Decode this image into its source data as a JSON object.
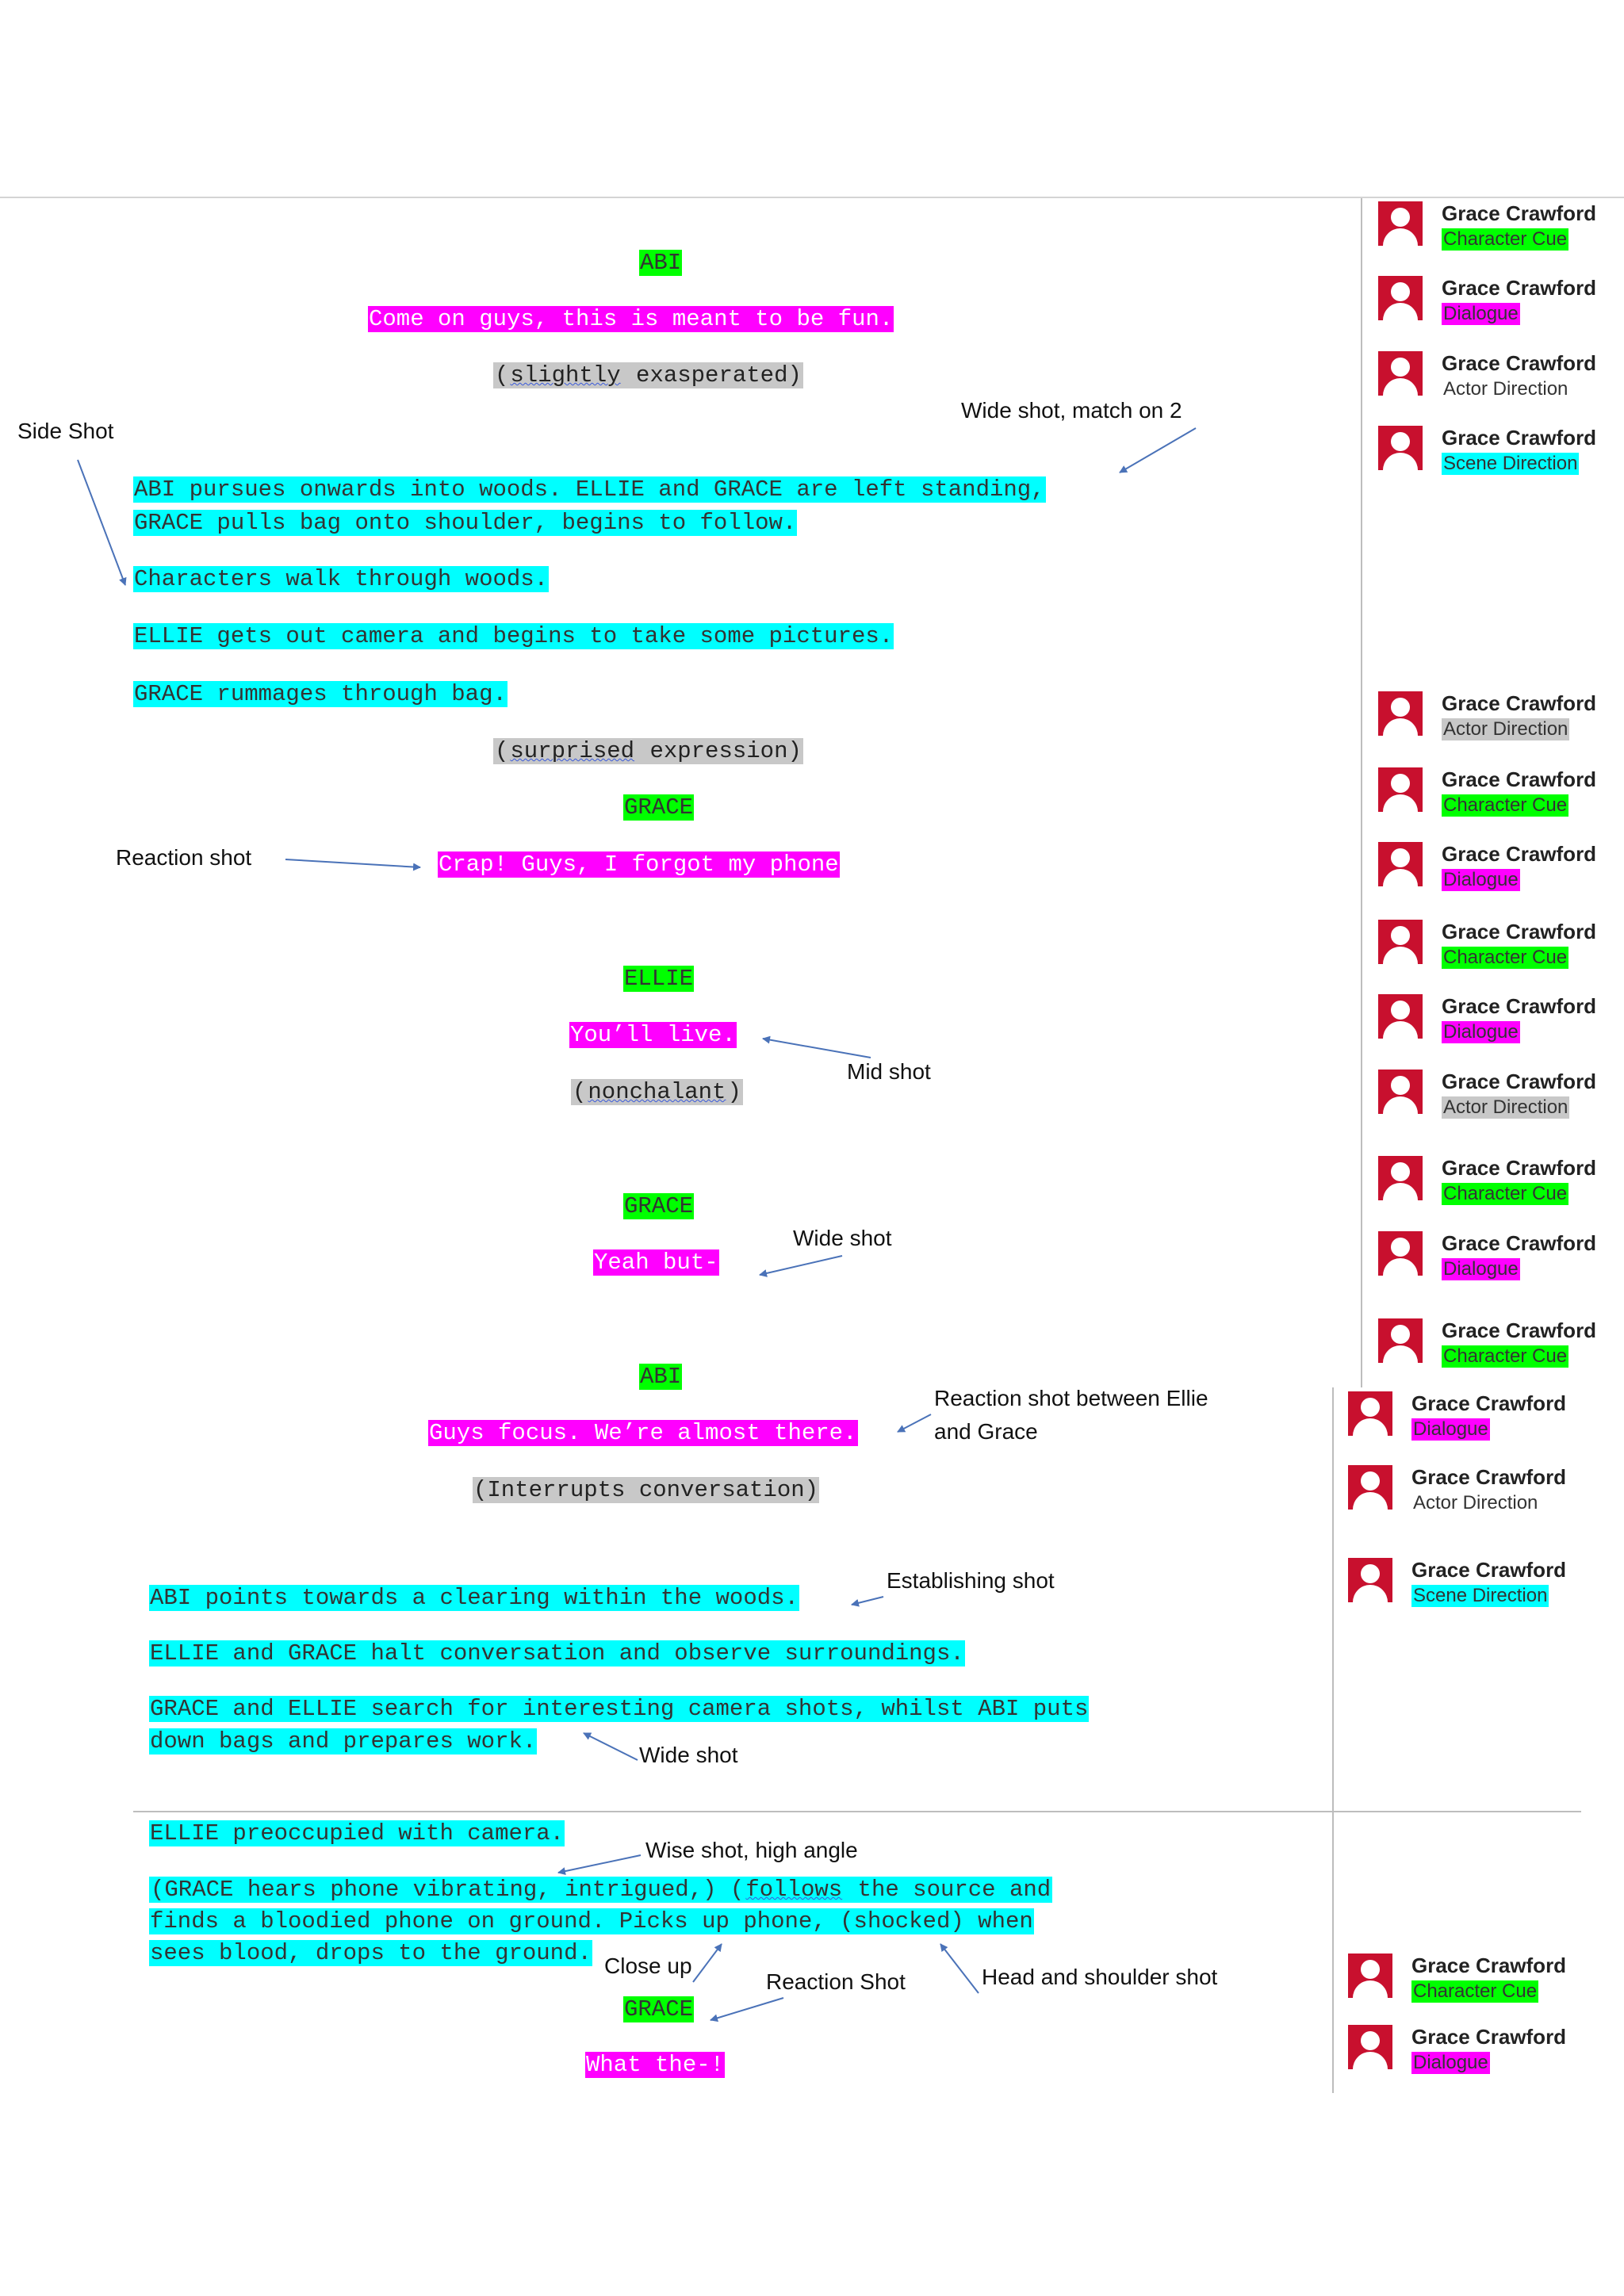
{
  "script": {
    "l1": "ABI",
    "l2": "Come on guys, this is meant to be fun.",
    "l3a": "(",
    "l3b": "slightly",
    "l3c": " exasperated)",
    "l4": "ABI pursues onwards into woods. ELLIE and GRACE are left standing,",
    "l5": "GRACE pulls bag onto shoulder, begins to follow.",
    "l6": "Characters walk through woods.",
    "l7": "ELLIE gets out camera and begins to take some pictures.",
    "l8": "GRACE rummages through bag.",
    "l9a": "(",
    "l9b": "surprised",
    "l9c": " expression)",
    "l10": "GRACE",
    "l11": "Crap! Guys, I forgot my phone",
    "l12": "ELLIE",
    "l13": "You’ll live.",
    "l14a": "(",
    "l14b": "nonchalant",
    "l14c": ")",
    "l15": "GRACE",
    "l16": "Yeah but-",
    "l17": "ABI",
    "l18": "Guys focus. We’re almost there.",
    "l19": "(Interrupts conversation)",
    "l20": "ABI points towards a clearing within the woods.",
    "l21": "ELLIE and GRACE halt conversation and observe surroundings.",
    "l22": "GRACE and ELLIE search for interesting camera shots, whilst ABI puts",
    "l23": "down bags and prepares work.",
    "l24": "ELLIE preoccupied with camera.",
    "l25a": "(GRACE hears phone vibrating, intrigued,) (",
    "l25b": "follows",
    "l25c": " the source and",
    "l26": "finds a bloodied phone on ground. Picks up phone, (shocked) when",
    "l27": "sees blood, drops to the ground.",
    "l28": "GRACE",
    "l29": "What the-!"
  },
  "annotations": {
    "a1": "Side Shot",
    "a2": "Wide shot, match on 2",
    "a3": "Reaction shot",
    "a4": "Mid shot",
    "a5": "Wide shot",
    "a6": "Reaction shot between Ellie",
    "a6b": "and Grace",
    "a7": "Establishing shot",
    "a8": "Wide shot",
    "a9": "Wise shot, high angle",
    "a10": "Close up",
    "a11": "Reaction Shot",
    "a12": "Head and shoulder shot"
  },
  "comments": [
    {
      "author": "Grace Crawford",
      "tag": "Character Cue"
    },
    {
      "author": "Grace Crawford",
      "tag": "Dialogue"
    },
    {
      "author": "Grace Crawford",
      "tag": "Actor Direction"
    },
    {
      "author": "Grace Crawford",
      "tag": "Scene Direction"
    },
    {
      "author": "Grace Crawford",
      "tag": "Actor Direction"
    },
    {
      "author": "Grace Crawford",
      "tag": "Character Cue"
    },
    {
      "author": "Grace Crawford",
      "tag": "Dialogue"
    },
    {
      "author": "Grace Crawford",
      "tag": "Character Cue"
    },
    {
      "author": "Grace Crawford",
      "tag": "Dialogue"
    },
    {
      "author": "Grace Crawford",
      "tag": "Actor Direction"
    },
    {
      "author": "Grace Crawford",
      "tag": "Character Cue"
    },
    {
      "author": "Grace Crawford",
      "tag": "Dialogue"
    },
    {
      "author": "Grace Crawford",
      "tag": "Character Cue"
    },
    {
      "author": "Grace Crawford",
      "tag": "Dialogue"
    },
    {
      "author": "Grace Crawford",
      "tag": "Actor Direction"
    },
    {
      "author": "Grace Crawford",
      "tag": "Scene Direction"
    },
    {
      "author": "Grace Crawford",
      "tag": "Character Cue"
    },
    {
      "author": "Grace Crawford",
      "tag": "Dialogue"
    }
  ],
  "colors": {
    "character_cue": "#00ff00",
    "dialogue": "#ff00ff",
    "actor_direction": "#c8c8c8",
    "scene_direction": "#00ffff",
    "avatar": "#c8102e"
  }
}
